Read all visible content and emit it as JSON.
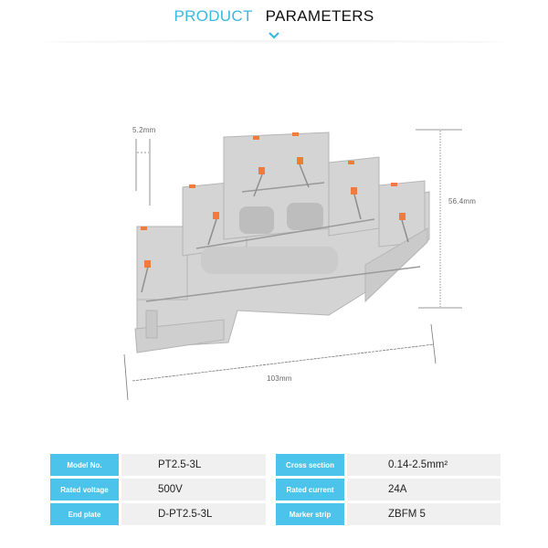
{
  "header": {
    "title_highlight": "PRODUCT",
    "title_main": "PARAMETERS",
    "highlight_color": "#3bb8e0",
    "chevron_icon": "chevron-down-icon"
  },
  "dimensions": {
    "pitch": "5.2mm",
    "height": "56.4mm",
    "length": "103mm"
  },
  "product_image": {
    "description": "Grey three-level push-in terminal block with orange release buttons"
  },
  "specs": {
    "label_color": "#4cc3ea",
    "rows": [
      {
        "label1": "Model No.",
        "value1": "PT2.5-3L",
        "label2": "Cross section",
        "value2": "0.14-2.5mm²"
      },
      {
        "label1": "Rated voltage",
        "value1": "500V",
        "label2": "Rated current",
        "value2": "24A"
      },
      {
        "label1": "End plate",
        "value1": "D-PT2.5-3L",
        "label2": "Marker strip",
        "value2": "ZBFM 5"
      }
    ]
  }
}
